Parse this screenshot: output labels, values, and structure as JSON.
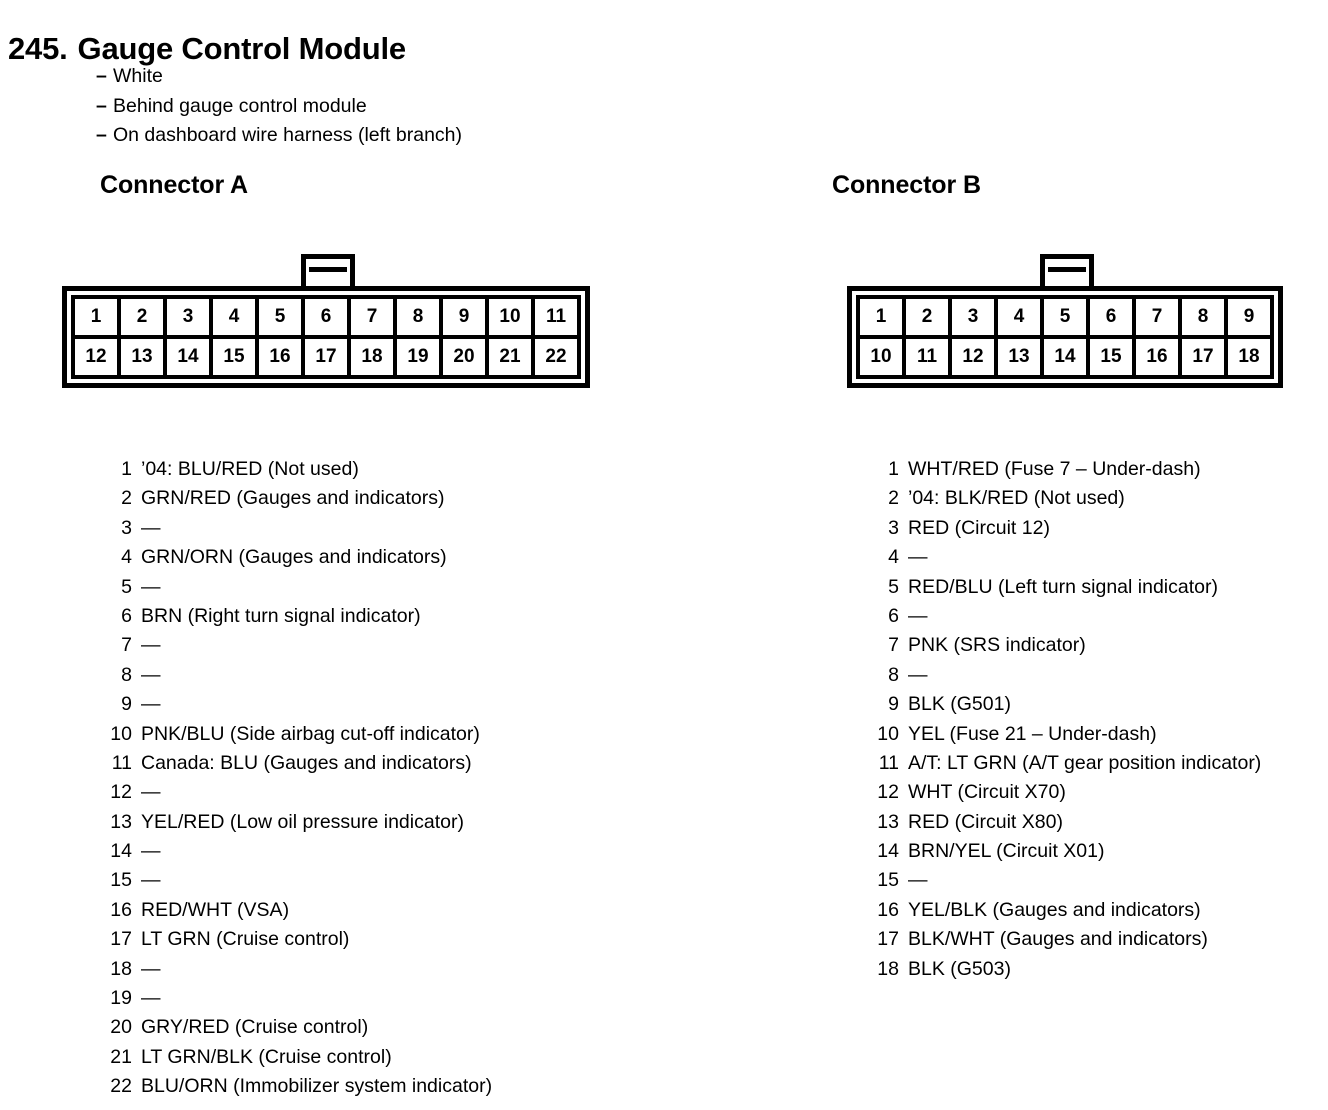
{
  "header": {
    "number": "245.",
    "title": "Gauge Control Module",
    "notes": [
      "White",
      "Behind gauge control module",
      "On dashboard wire harness (left branch)"
    ],
    "dash": "–"
  },
  "empty_marker": "—",
  "connectors": [
    {
      "id": "a",
      "heading": "Connector A",
      "diagram": {
        "columns": 11,
        "tab_over_pin": 6,
        "rows": [
          [
            "1",
            "2",
            "3",
            "4",
            "5",
            "6",
            "7",
            "8",
            "9",
            "10",
            "11"
          ],
          [
            "12",
            "13",
            "14",
            "15",
            "16",
            "17",
            "18",
            "19",
            "20",
            "21",
            "22"
          ]
        ]
      },
      "pins": [
        {
          "no": "1",
          "desc": "’04: BLU/RED (Not used)"
        },
        {
          "no": "2",
          "desc": "GRN/RED (Gauges and indicators)"
        },
        {
          "no": "3",
          "desc": "—"
        },
        {
          "no": "4",
          "desc": "GRN/ORN (Gauges and indicators)"
        },
        {
          "no": "5",
          "desc": "—"
        },
        {
          "no": "6",
          "desc": "BRN (Right turn signal indicator)"
        },
        {
          "no": "7",
          "desc": "—"
        },
        {
          "no": "8",
          "desc": "—"
        },
        {
          "no": "9",
          "desc": "—"
        },
        {
          "no": "10",
          "desc": "PNK/BLU (Side airbag cut-off indicator)"
        },
        {
          "no": "11",
          "desc": "Canada: BLU (Gauges and indicators)"
        },
        {
          "no": "12",
          "desc": "—"
        },
        {
          "no": "13",
          "desc": "YEL/RED (Low oil pressure indicator)"
        },
        {
          "no": "14",
          "desc": "—"
        },
        {
          "no": "15",
          "desc": "—"
        },
        {
          "no": "16",
          "desc": "RED/WHT (VSA)"
        },
        {
          "no": "17",
          "desc": "LT GRN (Cruise control)"
        },
        {
          "no": "18",
          "desc": "—"
        },
        {
          "no": "19",
          "desc": "—"
        },
        {
          "no": "20",
          "desc": "GRY/RED (Cruise control)"
        },
        {
          "no": "21",
          "desc": "LT GRN/BLK (Cruise control)"
        },
        {
          "no": "22",
          "desc": "BLU/ORN (Immobilizer system indicator)"
        }
      ]
    },
    {
      "id": "b",
      "heading": "Connector B",
      "diagram": {
        "columns": 9,
        "tab_over_pin": 5,
        "rows": [
          [
            "1",
            "2",
            "3",
            "4",
            "5",
            "6",
            "7",
            "8",
            "9"
          ],
          [
            "10",
            "11",
            "12",
            "13",
            "14",
            "15",
            "16",
            "17",
            "18"
          ]
        ]
      },
      "pins": [
        {
          "no": "1",
          "desc": "WHT/RED (Fuse 7 – Under-dash)"
        },
        {
          "no": "2",
          "desc": "’04: BLK/RED (Not used)"
        },
        {
          "no": "3",
          "desc": "RED (Circuit 12)"
        },
        {
          "no": "4",
          "desc": "—"
        },
        {
          "no": "5",
          "desc": "RED/BLU (Left turn signal indicator)"
        },
        {
          "no": "6",
          "desc": "—"
        },
        {
          "no": "7",
          "desc": "PNK (SRS indicator)"
        },
        {
          "no": "8",
          "desc": "—"
        },
        {
          "no": "9",
          "desc": "BLK (G501)"
        },
        {
          "no": "10",
          "desc": "YEL (Fuse 21 – Under-dash)"
        },
        {
          "no": "11",
          "desc": "A/T: LT GRN (A/T gear position indicator)"
        },
        {
          "no": "12",
          "desc": "WHT (Circuit X70)"
        },
        {
          "no": "13",
          "desc": "RED (Circuit X80)"
        },
        {
          "no": "14",
          "desc": "BRN/YEL (Circuit X01)"
        },
        {
          "no": "15",
          "desc": "—"
        },
        {
          "no": "16",
          "desc": "YEL/BLK (Gauges and indicators)"
        },
        {
          "no": "17",
          "desc": "BLK/WHT (Gauges and indicators)"
        },
        {
          "no": "18",
          "desc": "BLK (G503)"
        }
      ]
    }
  ]
}
